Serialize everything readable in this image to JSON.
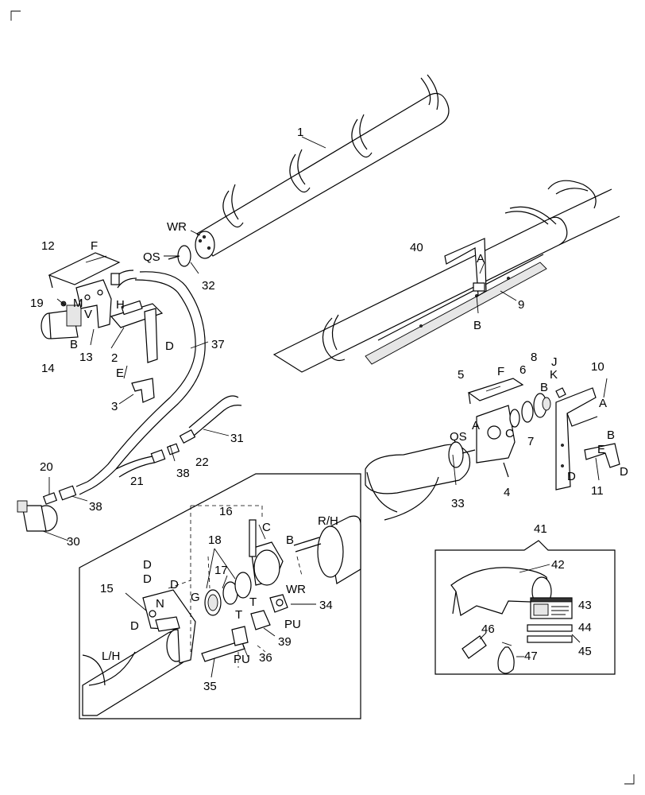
{
  "parts": {
    "p1": "1",
    "p2": "2",
    "p3": "3",
    "p4": "4",
    "p5": "5",
    "p6": "6",
    "p7": "7",
    "p8": "8",
    "p9": "9",
    "p10": "10",
    "p11": "11",
    "p12": "12",
    "p13": "13",
    "p14": "14",
    "p15": "15",
    "p16": "16",
    "p17": "17",
    "p18": "18",
    "p19": "19",
    "p20": "20",
    "p21": "21",
    "p22": "22",
    "p30": "30",
    "p31": "31",
    "p32": "32",
    "p33": "33",
    "p34": "34",
    "p35": "35",
    "p36": "36",
    "p37": "37",
    "p38a": "38",
    "p38b": "38",
    "p39": "39",
    "p40": "40",
    "p41": "41",
    "p42": "42",
    "p43": "43",
    "p44": "44",
    "p45": "45",
    "p46": "46",
    "p47": "47"
  },
  "letters": {
    "A": "A",
    "B": "B",
    "C": "C",
    "D": "D",
    "E": "E",
    "F": "F",
    "G": "G",
    "H": "H",
    "J": "J",
    "K": "K",
    "M": "M",
    "N": "N",
    "T": "T",
    "V": "V",
    "WR": "WR",
    "QS": "QS",
    "PU": "PU",
    "RH": "R/H",
    "LH": "L/H"
  }
}
